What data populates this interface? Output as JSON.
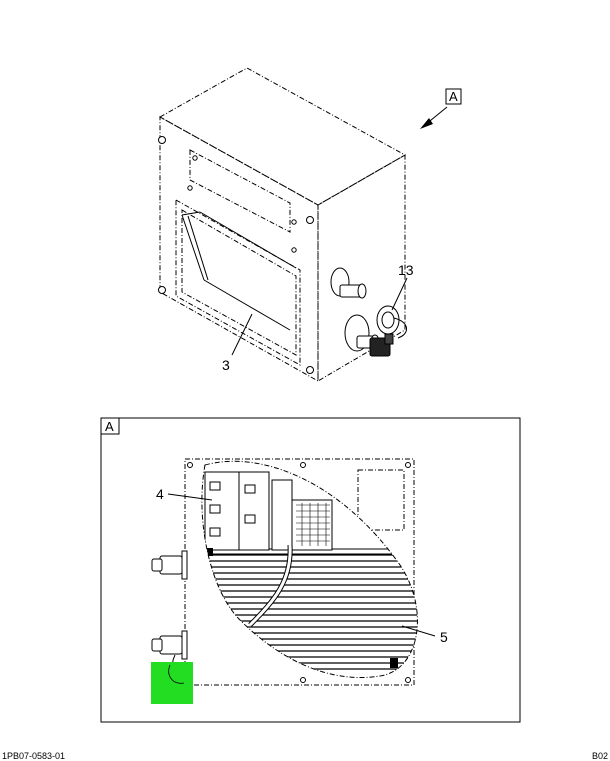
{
  "callouts": {
    "top_box_letter": "A",
    "item_13": "13",
    "item_3": "3",
    "detail_box_letter": "A",
    "item_4": "4",
    "item_5": "5"
  },
  "colors": {
    "highlight": "#22dd22",
    "line": "#000000"
  },
  "footer": {
    "left": "1PB07-0583-01",
    "right": "B02"
  }
}
